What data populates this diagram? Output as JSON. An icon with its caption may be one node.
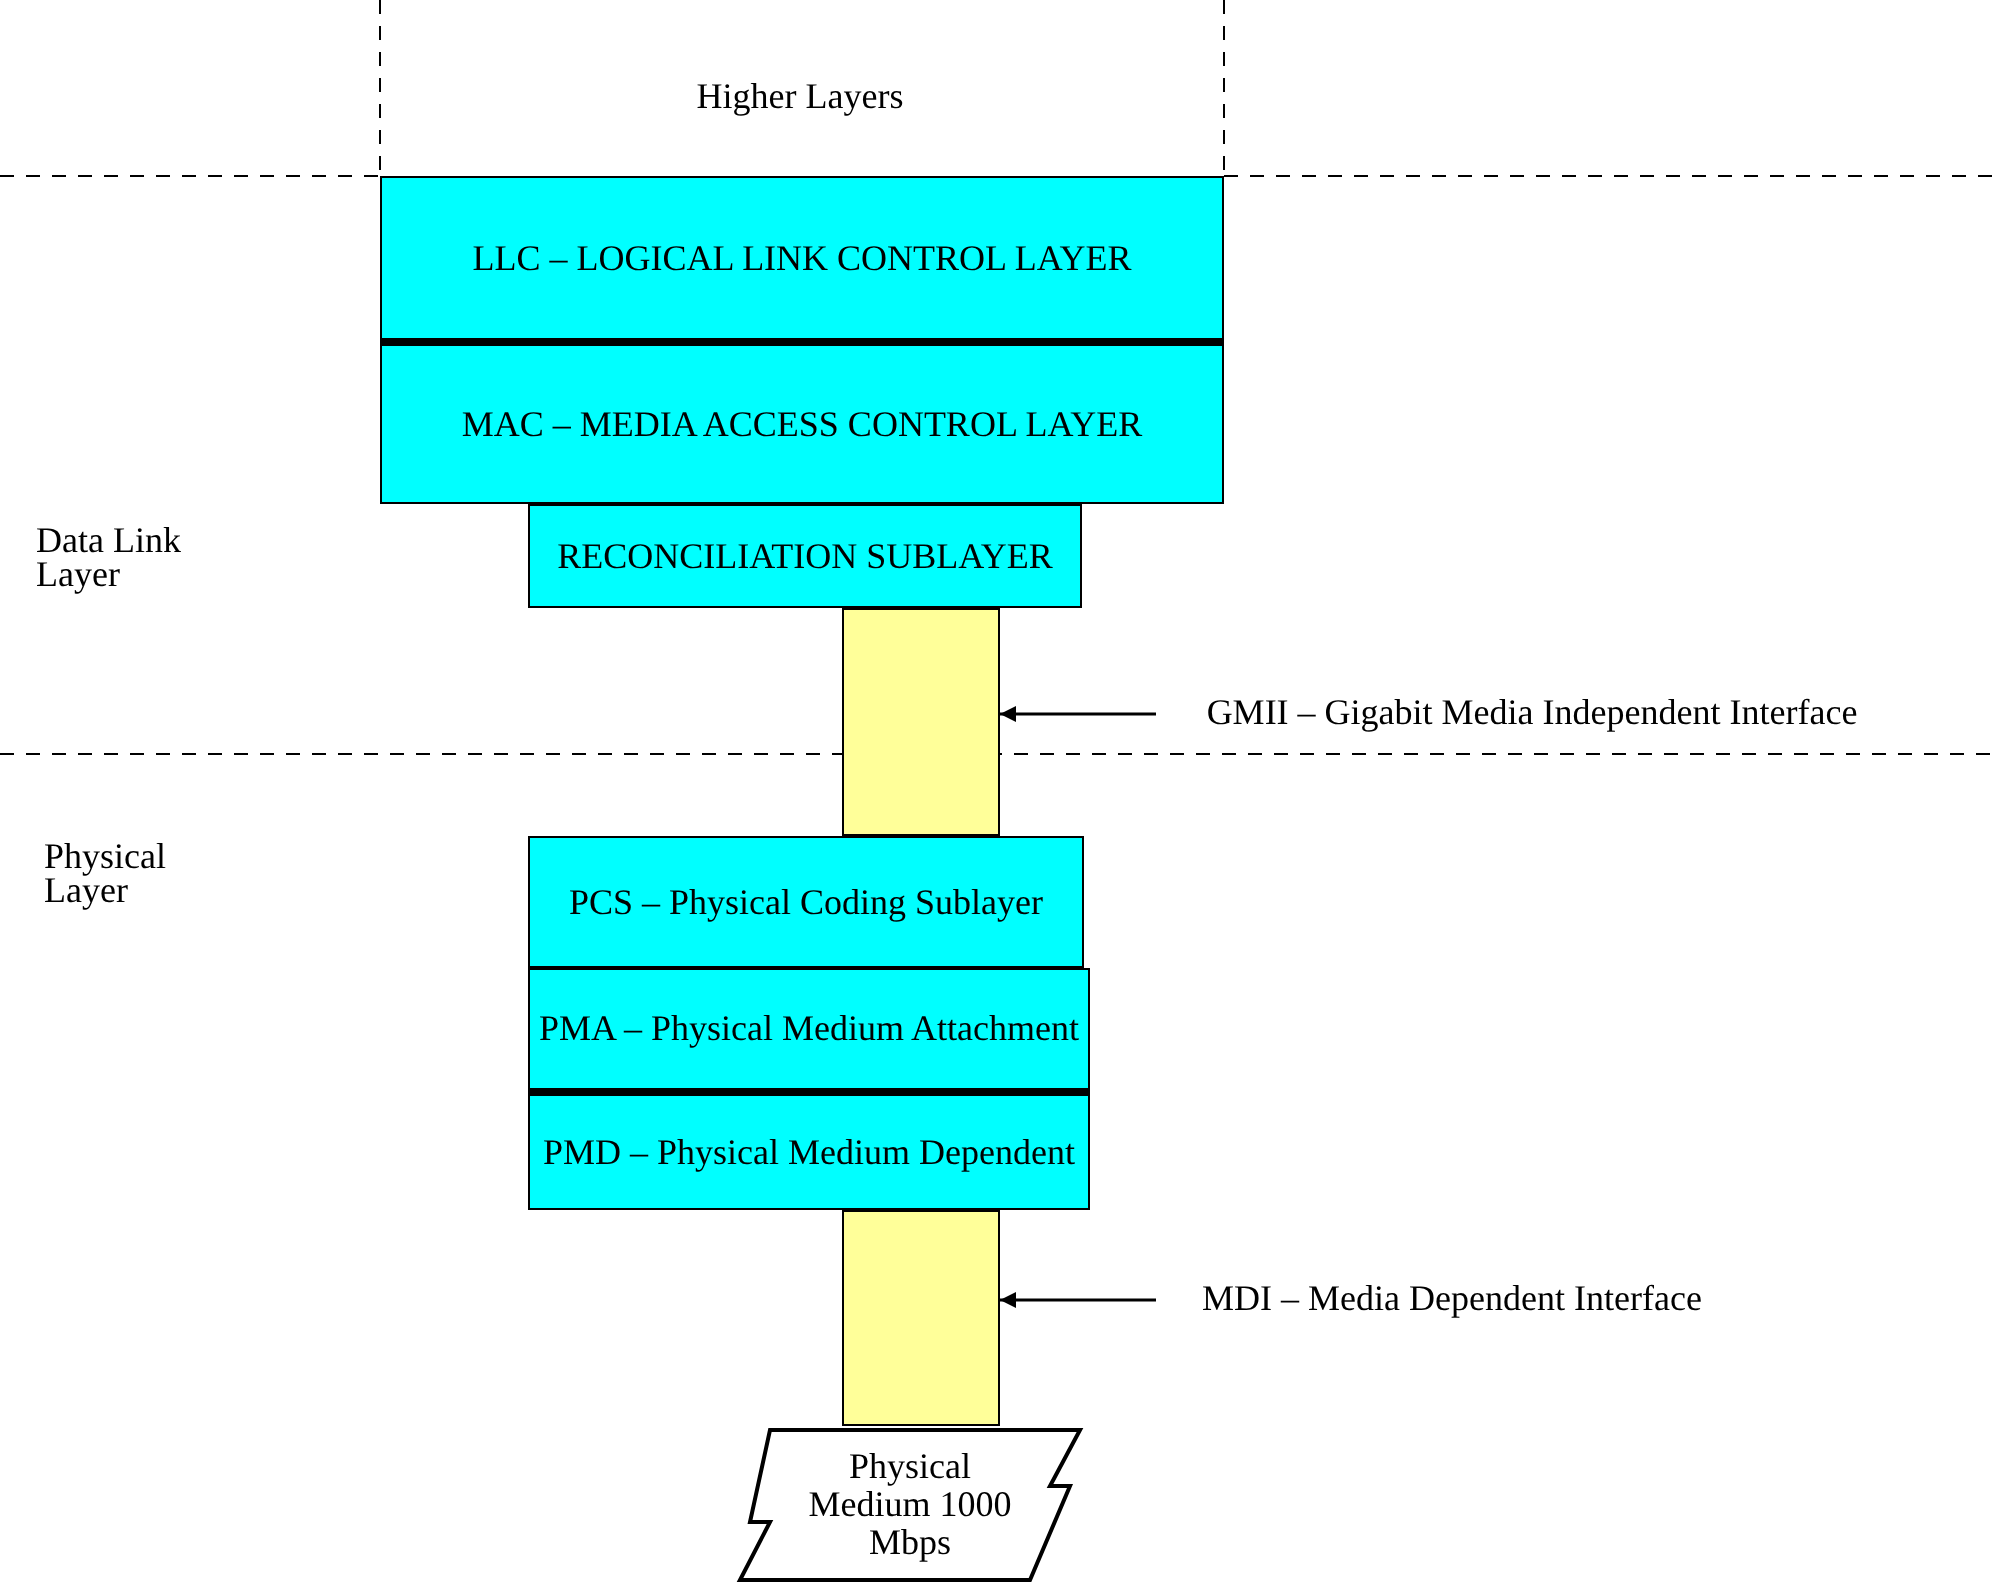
{
  "diagram": {
    "nodes": [
      {
        "text": [
          "LLC – LOGICAL LINK CONTROL LAYER"
        ]
      },
      {
        "text": [
          "MAC – MEDIA ACCESS CONTROL LAYER"
        ]
      },
      {
        "text": [
          "RECONCILIATION SUBLAYER"
        ]
      },
      {
        "text": [],
        "shape": "bar"
      },
      {
        "text": [
          "GMII – Gigabit Media Independent Interface"
        ]
      },
      {
        "text": [
          "PCS – Physical Coding Sublayer"
        ]
      },
      {
        "text": [
          "PMA – Physical Medium Attachment"
        ]
      },
      {
        "text": [
          "PMD – Physical Medium Dependent"
        ]
      },
      {
        "text": [],
        "shape": "bar"
      },
      {
        "text": [
          "MDI – Media Dependent Interface"
        ]
      },
      {
        "text": [
          "Physical Medium 1000 Mbps"
        ]
      }
    ],
    "edges": [
      {
        "from": 4,
        "to": 3,
        "arrow": "to"
      },
      {
        "from": 9,
        "to": 8,
        "arrow": "to"
      }
    ],
    "labels": [
      "Higher Layers",
      "Data Link Layer",
      "Physical Layer"
    ]
  }
}
